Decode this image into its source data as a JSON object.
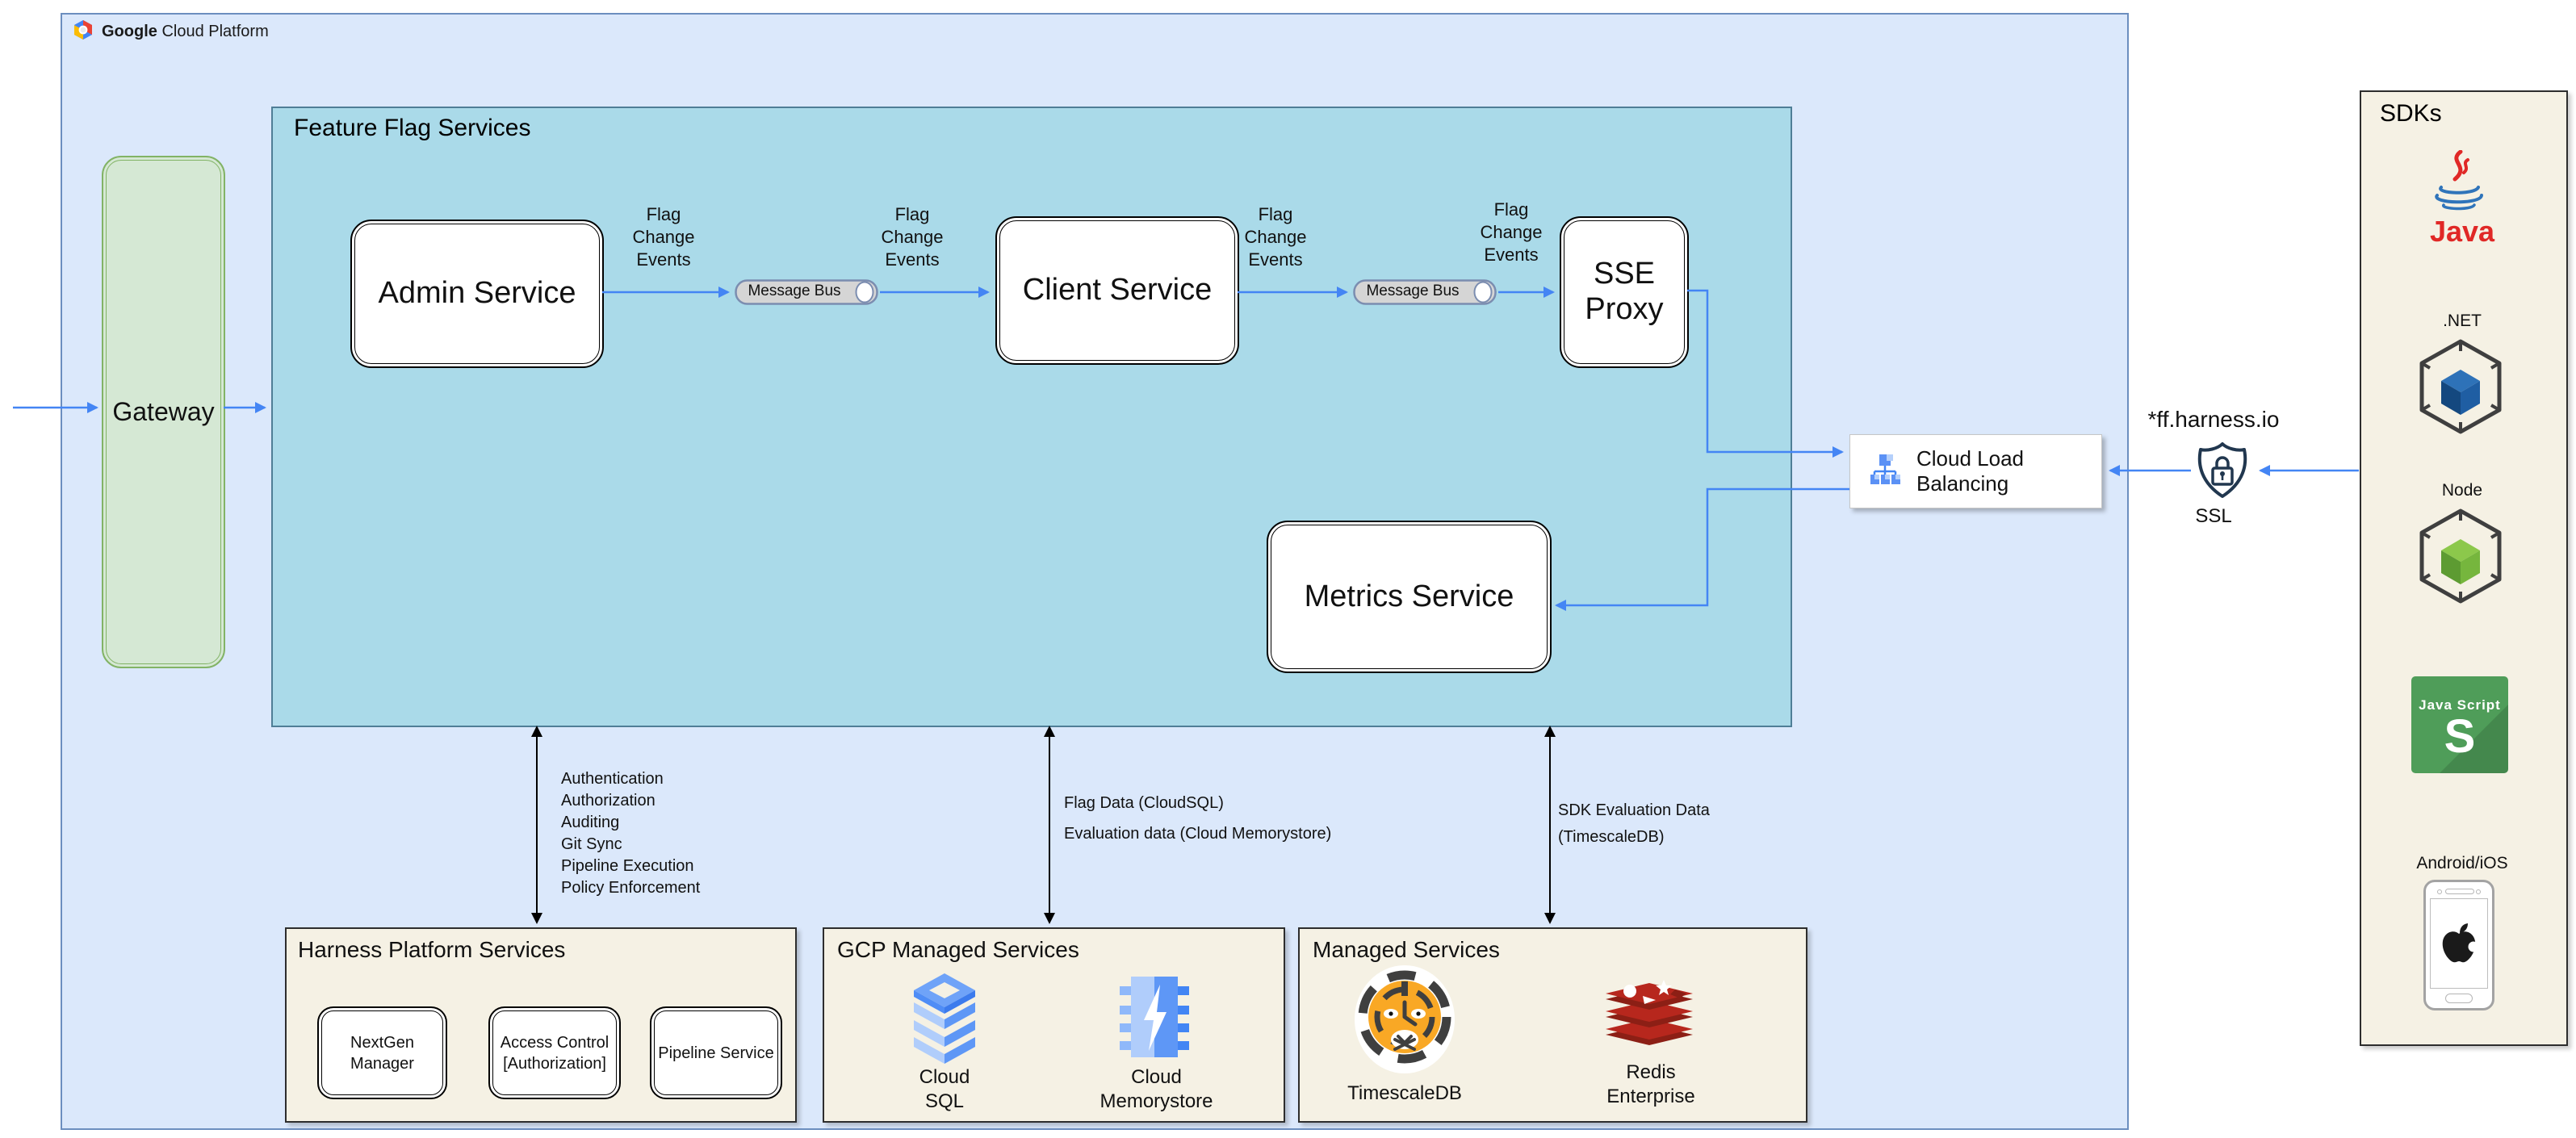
{
  "header": {
    "brand_bold": "Google",
    "brand_rest": "Cloud Platform"
  },
  "groups": {
    "feature_flag": "Feature Flag Services",
    "harness_platform": "Harness Platform Services",
    "gcp_managed": "GCP Managed Services",
    "managed": "Managed Services",
    "sdks": "SDKs"
  },
  "nodes": {
    "gateway": "Gateway",
    "admin_service": "Admin Service",
    "client_service": "Client Service",
    "sse_proxy": "SSE Proxy",
    "metrics_service": "Metrics Service",
    "message_bus": "Message Bus",
    "cloud_load_balancing": "Cloud Load Balancing",
    "nextgen_manager": "NextGen Manager",
    "access_control": "Access Control [Authorization]",
    "pipeline_service": "Pipeline Service"
  },
  "labels": {
    "flag_change_events": "Flag\nChange\nEvents",
    "ff_harness": "*ff.harness.io",
    "ssl": "SSL"
  },
  "annotations": {
    "harness_services": [
      "Authentication",
      "Authorization",
      "Auditing",
      "Git Sync",
      "Pipeline Execution",
      "Policy Enforcement"
    ],
    "flag_data": "Flag Data (CloudSQL)",
    "evaluation_data": "Evaluation data (Cloud Memorystore)",
    "sdk_evaluation": "SDK Evaluation Data\n(TimescaleDB)"
  },
  "sdk_items": {
    "java": "Java",
    "dotnet": ".NET",
    "node": "Node",
    "js_title": "Java Script",
    "js_letter": "S",
    "android_ios": "Android/iOS"
  },
  "captions": {
    "cloud_sql": "Cloud\nSQL",
    "cloud_memorystore": "Cloud\nMemorystore",
    "timescaledb": "TimescaleDB",
    "redis_enterprise": "Redis\nEnterprise"
  },
  "colors": {
    "gcp_fill": "#dbe8fb",
    "gcp_border": "#6c8ebf",
    "ffs_fill": "#aadae9",
    "ffs_border": "#4f7e96",
    "gateway_fill": "#d5e8d4",
    "gateway_border": "#82b366",
    "panel_fill": "#f5f1e4",
    "arrow_blue": "#4485f4",
    "arrow_black": "#000000",
    "cylinder_fill": "#d5d5d5",
    "cylinder_border": "#7b8db0",
    "java_red": "#e02826",
    "node_green": "#8cc84b",
    "dotnet_blue": "#2a6db5",
    "js_green": "#4f9d59",
    "redis_red": "#b7271d",
    "tiger_orange": "#f9a825",
    "gcp_icon_blue": "#4285f4"
  }
}
